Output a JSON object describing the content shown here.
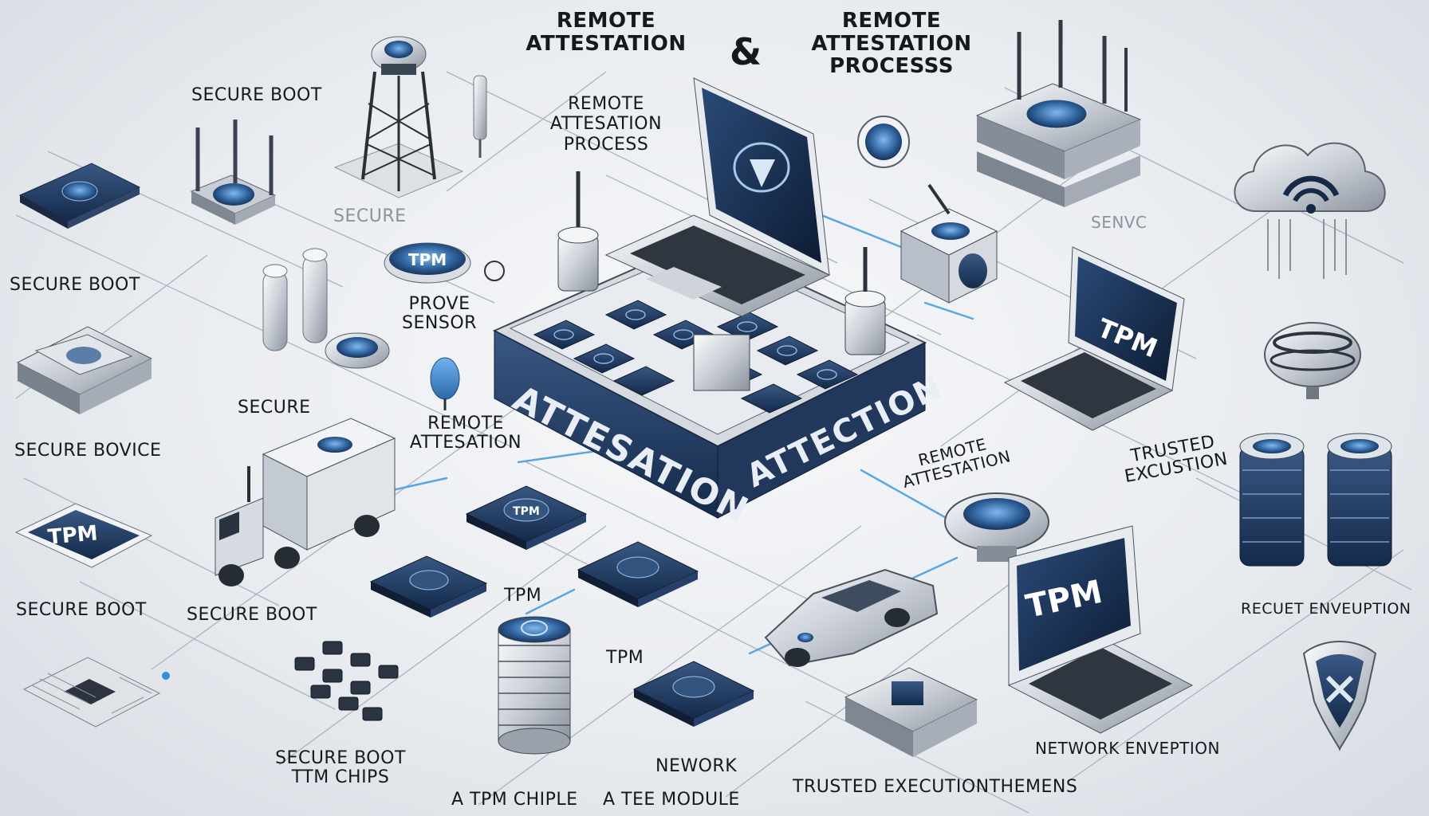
{
  "title": {
    "left": "REMOTE ATTESTATION",
    "ampersand": "&",
    "right": "REMOTE ATTESTATION PROCESSS",
    "center_sub": "REMOTE ATTESATION PROCESS"
  },
  "platform": {
    "front_text": "ATTESATION",
    "side_text": "ATTECTION"
  },
  "labels": {
    "secure_boot_top": "SECURE BOOT",
    "secure_faint": "SECURE",
    "secure_boot_left": "SECURE BOOT",
    "prove_sensor": "PROVE SENSOR",
    "secure": "SECURE",
    "secure_bovice": "SECURE BOVICE",
    "remote_attesation_left": "REMOTE ATTESATION",
    "remote_attestation_right": "REMOTE ATTESTATION",
    "senvc": "SENVC",
    "trusted_excustion": "TRUSTED EXCUSTION",
    "secure_boot_lower": "SECURE BOOT",
    "secure_boot_truck": "SECURE BOOT",
    "tpm_mid": "TPM",
    "tpm_low": "TPM",
    "recuet_enveuption": "RECUET ENVEUPTION",
    "secure_boot_ttm": "SECURE BOOT TTM CHIPS",
    "network": "NEWORK",
    "network_enveption": "NETWORK ENVEPTION",
    "trusted_execution": "TRUSTED EXECUTIONTHEMENS",
    "tpm_chiple": "A TPM CHIPLE",
    "tee_module": "A TEE MODULE"
  },
  "badges": {
    "tpm_badge": "TPM",
    "tpm_card": "TPM",
    "tpm_chip_1": "TPM",
    "tpm_laptop_right": "TPM",
    "tpm_laptop_bottom": "TPM"
  },
  "colors": {
    "accent": "#1f3b63",
    "accent_light": "#3f7fc4",
    "link": "#5aa7e0"
  }
}
